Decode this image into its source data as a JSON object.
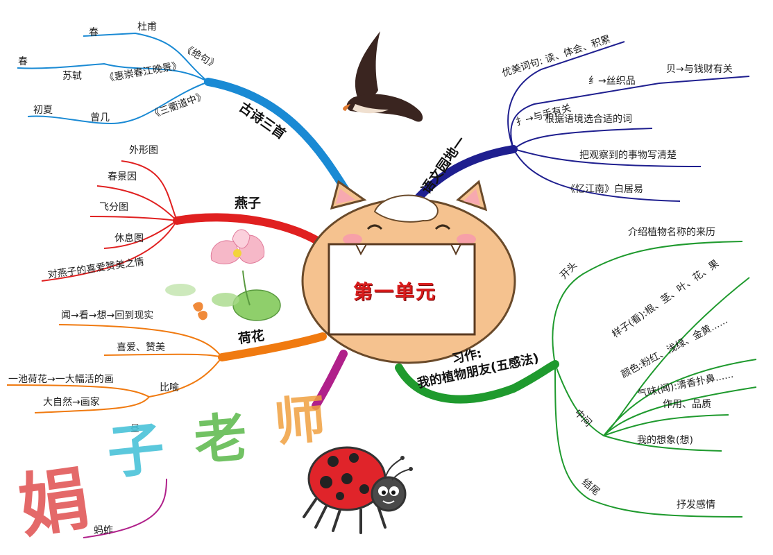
{
  "center": {
    "title": "第一单元"
  },
  "branches": {
    "poems": {
      "title": "古诗三首",
      "items": [
        {
          "poem": "《绝句》",
          "author": "杜甫",
          "season": "春"
        },
        {
          "poem": "《惠崇春江晚景》",
          "author": "苏轼",
          "season": "春"
        },
        {
          "poem": "《三衢道中》",
          "author": "曾几",
          "season": "初夏"
        }
      ]
    },
    "swallow": {
      "title": "燕子",
      "items": [
        "外形图",
        "春景因",
        "飞分图",
        "休息图",
        "对燕子的喜爱赞美之情"
      ]
    },
    "lotus": {
      "title": "荷花",
      "items": [
        "闻→看→想→回到现实",
        "喜爱、赞美",
        "比喻",
        "一池荷花→一大幅活的画",
        "大自然→画家"
      ]
    },
    "garden": {
      "title": "语文园地一",
      "items": [
        "优美词句: 读、体会、积累",
        "扌→与手有关",
        "纟→丝织品",
        "贝→与钱财有关",
        "根据语境选合适的词",
        "把观察到的事物写清楚",
        "《忆江南》白居易"
      ]
    },
    "writing": {
      "title": "习作:",
      "subtitle": "我的植物朋友(五感法)",
      "beginning": "开头",
      "beginning_item": "介绍植物名称的来历",
      "middle": "中间",
      "middle_items": [
        "样子(看):根、茎、叶、花、果",
        "颜色:粉红、浅绿、金黄......",
        "气味(闻):清香扑鼻......",
        "作用、品质",
        "我的想象(想)"
      ],
      "ending": "结尾",
      "ending_item": "抒发感情"
    },
    "bottom": {
      "partial_label": "蚂蚱",
      "hidden_label": "昼"
    }
  },
  "watermark": {
    "chars": [
      "娟",
      "子",
      "老",
      "师"
    ]
  },
  "decorations": [
    "swallow-illustration",
    "lotus-illustration",
    "ladybug-illustration",
    "cat-face-illustration"
  ],
  "colors": {
    "poems": "#1a8ad4",
    "swallow": "#e02020",
    "lotus": "#f07a10",
    "garden": "#1f1f8f",
    "writing": "#1f9a2e",
    "bottom": "#b0208a",
    "center_text": "#d91d1d",
    "cat": "#f5c28f"
  }
}
